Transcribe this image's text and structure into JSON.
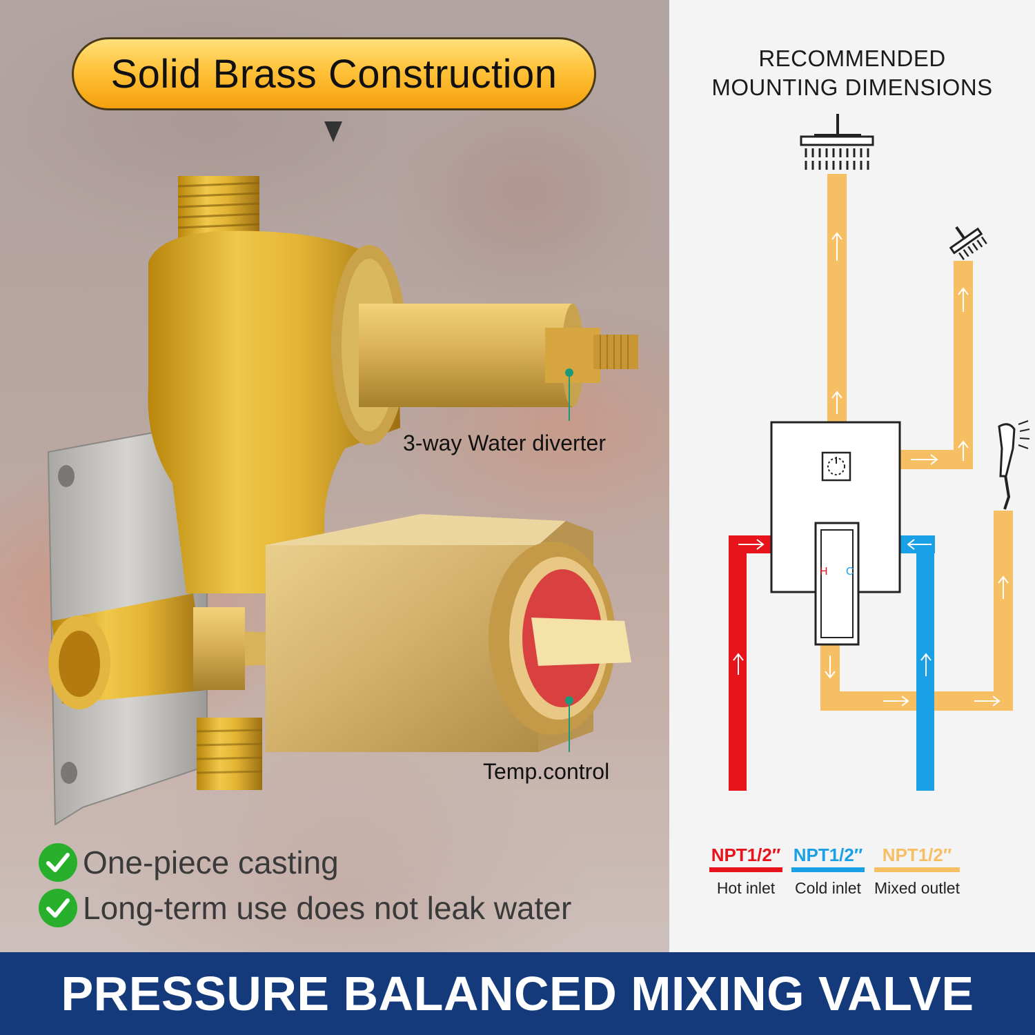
{
  "left": {
    "headline": "Solid Brass Construction",
    "callouts": {
      "diverter": "3-way Water diverter",
      "temp": "Temp.control"
    },
    "features": [
      "One-piece casting",
      "Long-term use does not leak water"
    ]
  },
  "right": {
    "title_line1": "RECOMMENDED",
    "title_line2": "MOUNTING DIMENSIONS",
    "valve_labels": {
      "hot": "H",
      "cold": "C"
    },
    "legend": [
      {
        "code": "NPT1/2″",
        "label": "Hot inlet",
        "color": "#e8141c"
      },
      {
        "code": "NPT1/2″",
        "label": "Cold inlet",
        "color": "#1aa0e6"
      },
      {
        "code": "NPT1/2″",
        "label": "Mixed outlet",
        "color": "#f7bf63"
      }
    ]
  },
  "banner": {
    "text": "PRESSURE BALANCED MIXING VALVE"
  },
  "colors": {
    "accent_gold": "#f5a10d",
    "banner_blue": "#143a7c",
    "hot": "#e8141c",
    "cold": "#1aa0e6",
    "mixed": "#f7bf63"
  },
  "icons": [
    "rain-shower-head-icon",
    "side-shower-head-icon",
    "hand-shower-icon",
    "check-icon"
  ]
}
